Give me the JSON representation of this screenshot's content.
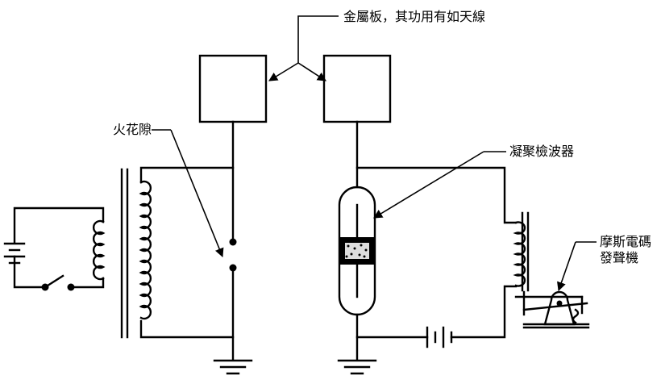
{
  "labels": {
    "metal_plates": "金屬板，其功用有如天線",
    "spark_gap": "火花隙",
    "coherer": "凝聚檢波器",
    "morse_line1": "摩斯電碼",
    "morse_line2": "發聲機"
  }
}
